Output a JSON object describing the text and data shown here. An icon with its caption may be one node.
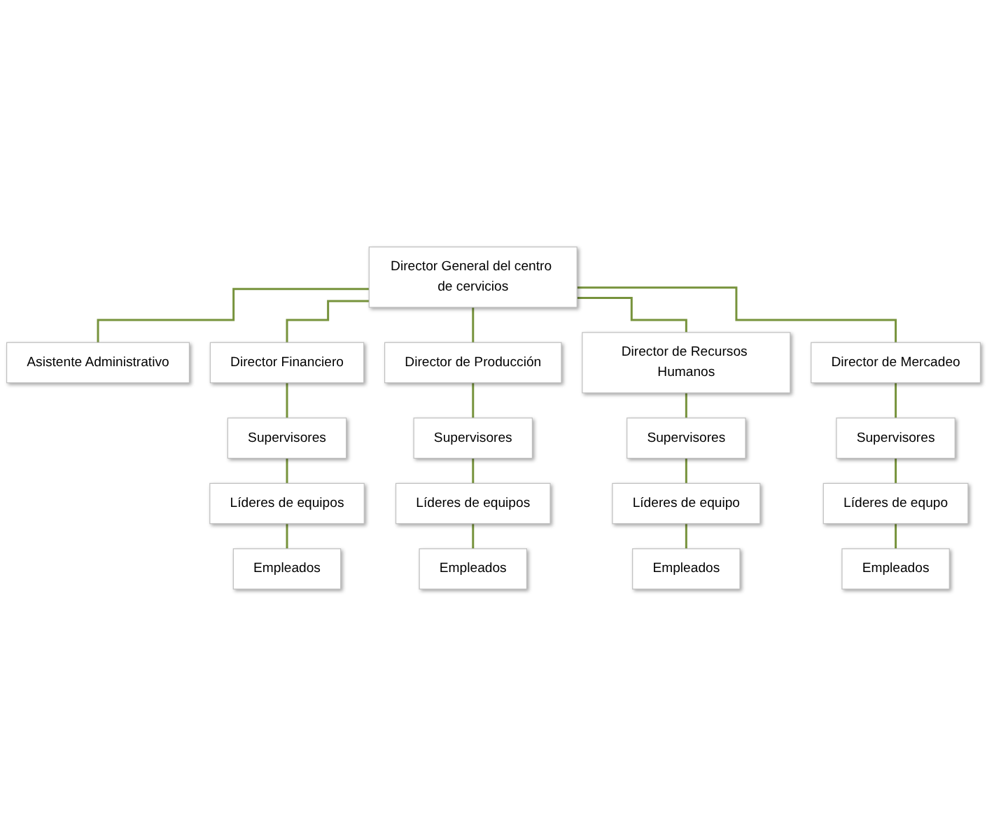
{
  "diagram": {
    "nodes": [
      {
        "text": [
          "Director General del centro de cervicios"
        ]
      },
      {
        "text": [
          "Asistente Administrativo"
        ]
      },
      {
        "text": [
          "Director Financiero"
        ]
      },
      {
        "text": [
          "Director de Producción"
        ]
      },
      {
        "text": [
          "Director de Recursos Humanos"
        ]
      },
      {
        "text": [
          "Director de Mercadeo"
        ]
      },
      {
        "text": [
          "Supervisores"
        ]
      },
      {
        "text": [
          "Supervisores"
        ]
      },
      {
        "text": [
          "Supervisores"
        ]
      },
      {
        "text": [
          "Supervisores"
        ]
      },
      {
        "text": [
          "Líderes de equipos"
        ]
      },
      {
        "text": [
          "Líderes de equipos"
        ]
      },
      {
        "text": [
          "Líderes de equipo"
        ]
      },
      {
        "text": [
          "Líderes de equpo"
        ]
      },
      {
        "text": [
          "Empleados"
        ]
      },
      {
        "text": [
          "Empleados"
        ]
      },
      {
        "text": [
          "Empleados"
        ]
      },
      {
        "text": [
          "Empleados"
        ]
      }
    ],
    "edges": [
      {
        "from": 0,
        "to": 1,
        "arrow": "none"
      },
      {
        "from": 0,
        "to": 2,
        "arrow": "none"
      },
      {
        "from": 0,
        "to": 3,
        "arrow": "none"
      },
      {
        "from": 0,
        "to": 4,
        "arrow": "none"
      },
      {
        "from": 0,
        "to": 5,
        "arrow": "none"
      },
      {
        "from": 2,
        "to": 6,
        "arrow": "none"
      },
      {
        "from": 3,
        "to": 7,
        "arrow": "none"
      },
      {
        "from": 4,
        "to": 8,
        "arrow": "none"
      },
      {
        "from": 5,
        "to": 9,
        "arrow": "none"
      },
      {
        "from": 6,
        "to": 10,
        "arrow": "none"
      },
      {
        "from": 7,
        "to": 11,
        "arrow": "none"
      },
      {
        "from": 8,
        "to": 12,
        "arrow": "none"
      },
      {
        "from": 9,
        "to": 13,
        "arrow": "none"
      },
      {
        "from": 10,
        "to": 14,
        "arrow": "none"
      },
      {
        "from": 11,
        "to": 15,
        "arrow": "none"
      },
      {
        "from": 12,
        "to": 16,
        "arrow": "none"
      },
      {
        "from": 13,
        "to": 17,
        "arrow": "none"
      }
    ]
  }
}
